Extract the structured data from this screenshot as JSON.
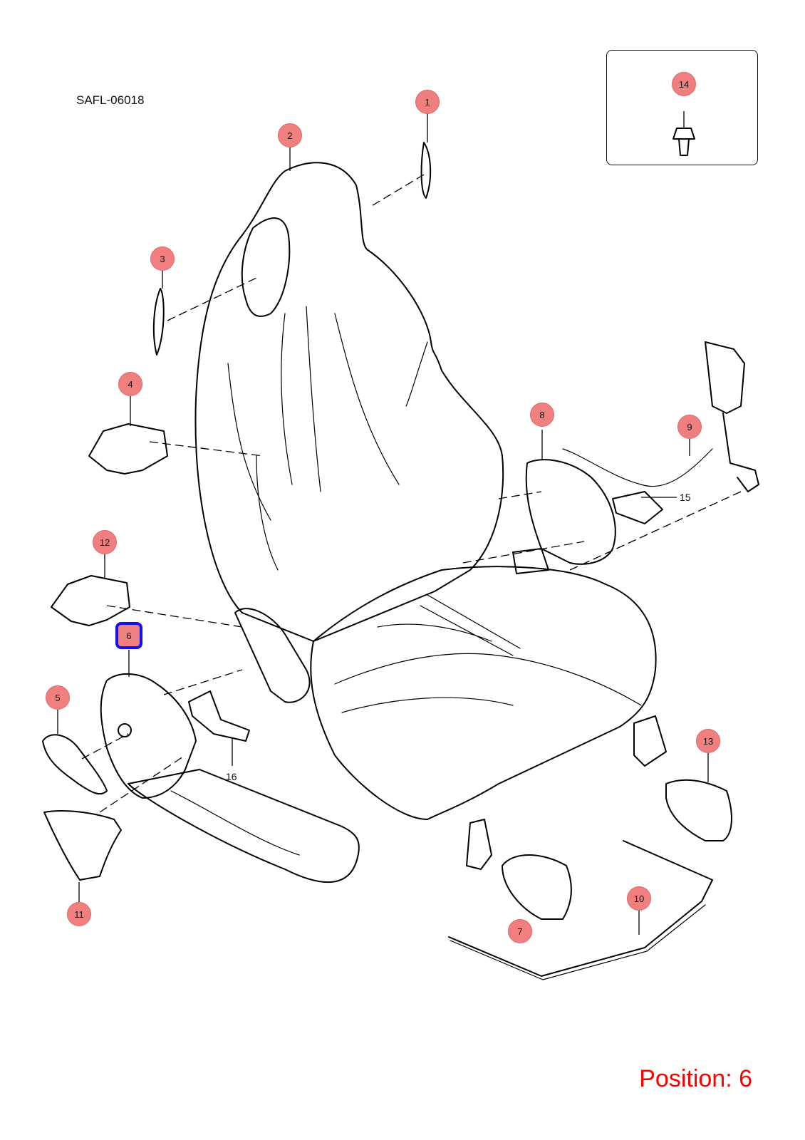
{
  "diagram": {
    "code": "SAFL-06018",
    "position_text": "Position: 6",
    "selected_part": "6",
    "callouts": [
      "1",
      "2",
      "3",
      "4",
      "5",
      "6",
      "7",
      "8",
      "9",
      "10",
      "11",
      "12",
      "13",
      "14"
    ],
    "plain_labels": [
      "15",
      "16"
    ]
  },
  "colors": {
    "callout_fill": "#f08080",
    "selected_outline": "#1111ee",
    "position_text": "#ff0000"
  }
}
